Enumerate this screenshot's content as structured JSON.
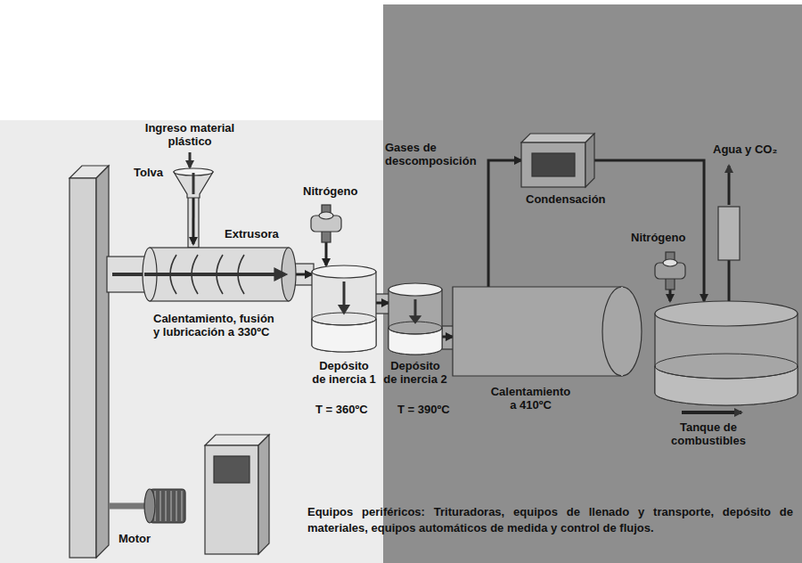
{
  "diagram": {
    "nodes": [
      {
        "text": [
          "Tolva"
        ]
      },
      {
        "text": [
          "Extrusora",
          "Calentamiento, fusión y lubricación a 330ºC"
        ]
      },
      {
        "text": [
          "Nitrógeno"
        ]
      },
      {
        "text": [
          "Depósito de inercia 1",
          "T = 360ºC"
        ]
      },
      {
        "text": [
          "Depósito de inercia 2",
          "T = 390ºC"
        ]
      },
      {
        "text": [
          "Calentamiento a 410ºC"
        ]
      },
      {
        "text": [
          "Condensación"
        ]
      },
      {
        "text": [
          "Nitrógeno"
        ]
      },
      {
        "text": [
          "Tanque de combustibles"
        ]
      },
      {
        "text": [
          "Agua y CO₂"
        ]
      },
      {
        "text": [
          "Motor"
        ]
      }
    ],
    "edges": [
      {
        "from": 0,
        "to": 1,
        "arrow": "to"
      },
      {
        "from": 1,
        "to": 3,
        "arrow": "to"
      },
      {
        "from": 2,
        "to": 3,
        "arrow": "to"
      },
      {
        "from": 3,
        "to": 4,
        "arrow": "to"
      },
      {
        "from": 4,
        "to": 5,
        "arrow": "to"
      },
      {
        "from": 5,
        "to": 6,
        "label": "Gases de descomposición",
        "arrow": "to"
      },
      {
        "from": 6,
        "to": 8,
        "arrow": "to"
      },
      {
        "from": 7,
        "to": 8,
        "arrow": "to"
      },
      {
        "from": 9,
        "to": 8,
        "arrow": "none"
      }
    ],
    "labels": [
      "Ingreso material plástico",
      "Equipos periféricos: Trituradoras, equipos de llenado y transporte, depósito de materiales, equipos automáticos de medida y control de flujos."
    ]
  }
}
